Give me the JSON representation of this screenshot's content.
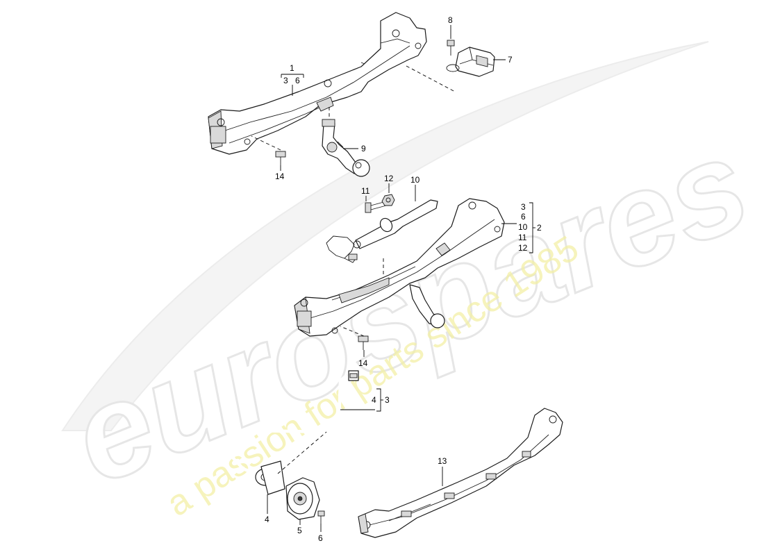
{
  "watermark": {
    "brand": "eurospares",
    "slogan": "a passion for parts since 1985"
  },
  "callouts": {
    "c1": "1",
    "c1_sub_a": "3",
    "c1_sub_b": "6",
    "c2": "2",
    "c2_list": [
      "3",
      "6",
      "10",
      "11",
      "12"
    ],
    "c3": "3",
    "c3_sub": "4",
    "c4": "4",
    "c5": "5",
    "c6": "6",
    "c7": "7",
    "c8": "8",
    "c9": "9",
    "c10": "10",
    "c11": "11",
    "c12": "12",
    "c13": "13",
    "c14_top": "14",
    "c14_mid": "14"
  }
}
